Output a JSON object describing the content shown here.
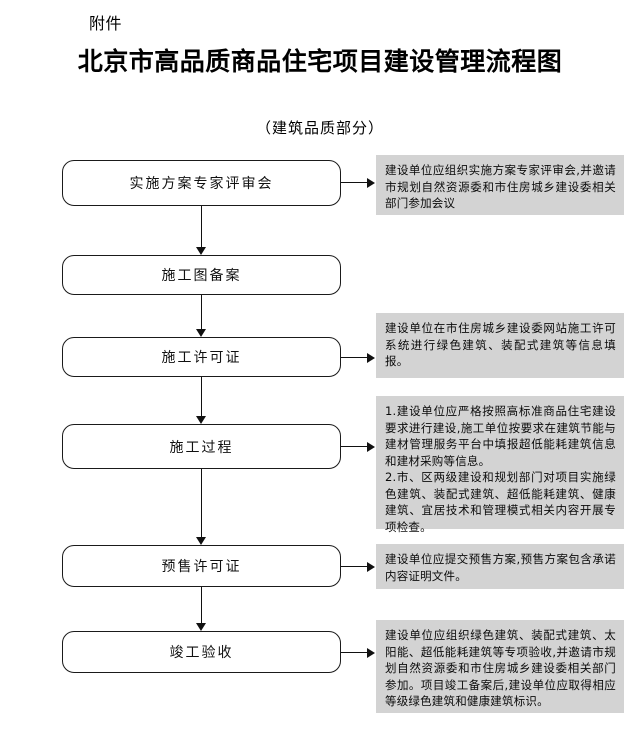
{
  "header": {
    "attachment_label": "附件",
    "title": "北京市高品质商品住宅项目建设管理流程图",
    "subtitle": "（建筑品质部分）"
  },
  "theme": {
    "note_fill": "#d3d3d3",
    "line_color": "#111111",
    "page_background": "#ffffff"
  },
  "flow": {
    "steps": [
      {
        "id": "step-1",
        "label": "实施方案专家评审会"
      },
      {
        "id": "step-2",
        "label": "施工图备案"
      },
      {
        "id": "step-3",
        "label": "施工许可证"
      },
      {
        "id": "step-4",
        "label": "施工过程"
      },
      {
        "id": "step-5",
        "label": "预售许可证"
      },
      {
        "id": "step-6",
        "label": "竣工验收"
      }
    ]
  },
  "notes": [
    {
      "id": "note-1",
      "for_step": "实施方案专家评审会",
      "paragraphs": [
        "建设单位应组织实施方案专家评审会,并邀请市规划自然资源委和市住房城乡建设委相关部门参加会议"
      ]
    },
    {
      "id": "note-2",
      "for_step": "施工许可证",
      "paragraphs": [
        "建设单位在市住房城乡建设委网站施工许可系统进行绿色建筑、装配式建筑等信息填报。"
      ]
    },
    {
      "id": "note-3",
      "for_step": "施工过程",
      "paragraphs": [
        "1.建设单位应严格按照高标准商品住宅建设要求进行建设,施工单位按要求在建筑节能与建材管理服务平台中填报超低能耗建筑信息和建材采购等信息。",
        "2.市、区两级建设和规划部门对项目实施绿色建筑、装配式建筑、超低能耗建筑、健康建筑、宜居技术和管理模式相关内容开展专项检查。"
      ]
    },
    {
      "id": "note-4",
      "for_step": "预售许可证",
      "paragraphs": [
        "建设单位应提交预售方案,预售方案包含承诺内容证明文件。"
      ]
    },
    {
      "id": "note-5",
      "for_step": "竣工验收",
      "paragraphs": [
        "建设单位应组织绿色建筑、装配式建筑、太阳能、超低能耗建筑等专项验收,并邀请市规划自然资源委和市住房城乡建设委相关部门参加。项目竣工备案后,建设单位应取得相应等级绿色建筑和健康建筑标识。"
      ]
    }
  ]
}
